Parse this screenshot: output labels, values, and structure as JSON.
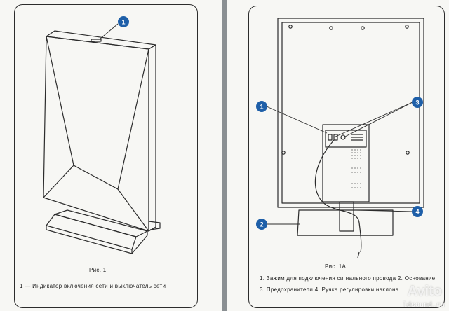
{
  "left_page": {
    "callout_number": "1",
    "figure_caption": "Рис. 1.",
    "legend": "1 — Индикатор включения сети и выключатель сети"
  },
  "right_page": {
    "callouts": [
      "1",
      "2",
      "3",
      "4"
    ],
    "figure_caption": "Рис. 1А.",
    "legend_line_1": "1. Зажим для подключения сигнального провода 2. Основание",
    "legend_line_2": "3. Предохранители  4. Ручка регулировки наклона"
  },
  "watermark": "Avito",
  "site": "ldsound.ru",
  "colors": {
    "callout_blue": "#1e5fa8",
    "ink": "#2c2c2c",
    "paper": "#f7f7f4",
    "background": "#8a8f92"
  }
}
